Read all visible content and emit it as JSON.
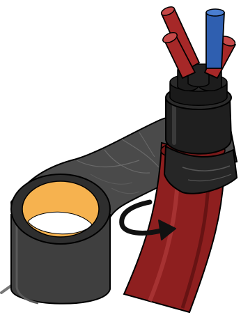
{
  "illustration": {
    "subject": "cable-sleeve-illustration",
    "parts": [
      "dark-gray-sleeve",
      "red-cable-sheath",
      "black-heat-shrink-cap",
      "red-conductor",
      "blue-conductor",
      "black-curved-arrow",
      "hose-clamp-band"
    ],
    "colors": {
      "background": "#ffffff",
      "sleeve_outer": "#3f3f3f",
      "sleeve_shadow": "#2a2a2a",
      "sleeve_highlight": "#5a5a5a",
      "sleeve_inner": "#f6b24f",
      "sheath_red": "#8e1f1f",
      "sheath_red_dark": "#5e1010",
      "sheath_red_light": "#b03a3a",
      "cap_black": "#1f1f1f",
      "cap_highlight": "#3a3a3a",
      "conductor_red": "#a62828",
      "conductor_blue": "#2f5fb0",
      "arrow": "#111111",
      "outline": "#000000"
    }
  }
}
